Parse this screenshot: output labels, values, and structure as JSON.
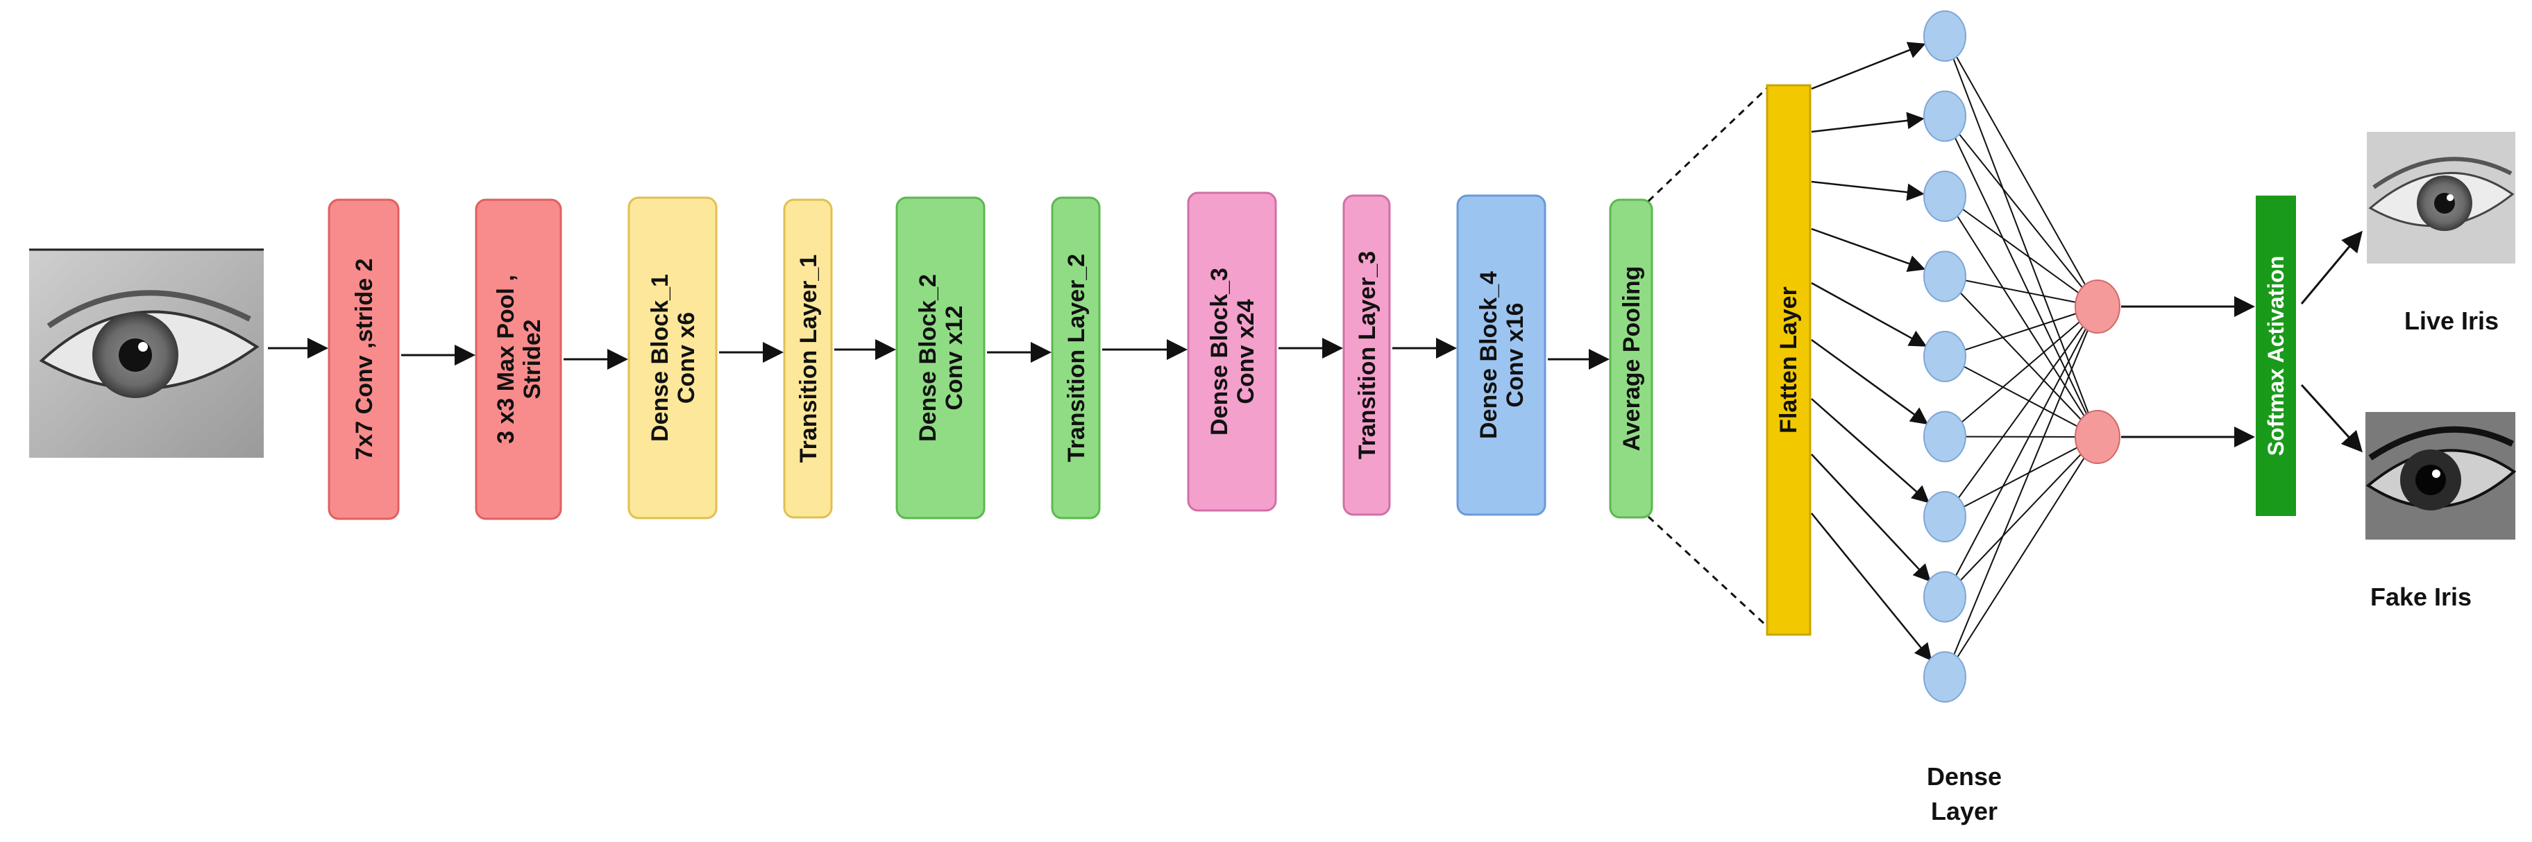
{
  "input_image": {
    "icon": "eye-photo"
  },
  "blocks": [
    {
      "lines": [
        "7x7 Conv ,stride 2"
      ],
      "fill": "#f88c8c",
      "stroke": "#e06060"
    },
    {
      "lines": [
        "3 x3 Max Pool ,",
        "Stride2"
      ],
      "fill": "#f88c8c",
      "stroke": "#e06060"
    },
    {
      "lines": [
        "Dense Block_1",
        "Conv x6"
      ],
      "fill": "#fde79a",
      "stroke": "#e0c050"
    },
    {
      "lines": [
        "Transition Layer_1"
      ],
      "fill": "#fde79a",
      "stroke": "#e0c050"
    },
    {
      "lines": [
        "Dense Block_2",
        "Conv x12"
      ],
      "fill": "#8fdc84",
      "stroke": "#5cb850"
    },
    {
      "lines": [
        "Transition Layer_2"
      ],
      "fill": "#8fdc84",
      "stroke": "#5cb850"
    },
    {
      "lines": [
        "Dense Block_3",
        "Conv x24"
      ],
      "fill": "#f4a0cc",
      "stroke": "#d070a8"
    },
    {
      "lines": [
        "Transition Layer_3"
      ],
      "fill": "#f4a0cc",
      "stroke": "#d070a8"
    },
    {
      "lines": [
        "Dense Block_4",
        "Conv x16"
      ],
      "fill": "#9cc4f0",
      "stroke": "#6a9ad8"
    },
    {
      "lines": [
        "Average Pooling"
      ],
      "fill": "#8fdc84",
      "stroke": "#5cb850"
    }
  ],
  "flatten": {
    "label": "Flatten Layer",
    "fill": "#f2c800",
    "stroke": "#c9a400"
  },
  "dense": {
    "label_line1": "Dense",
    "label_line2": "Layer",
    "node_count": 9,
    "node_color": "#a9ccef"
  },
  "output_nodes": {
    "count": 2,
    "color": "#f49a9a"
  },
  "softmax": {
    "label": "Softmax Activation",
    "fill": "#1a9a1a"
  },
  "outputs": [
    {
      "label": "Live Iris",
      "icon": "live-eye-photo"
    },
    {
      "label": "Fake Iris",
      "icon": "fake-eye-photo"
    }
  ]
}
